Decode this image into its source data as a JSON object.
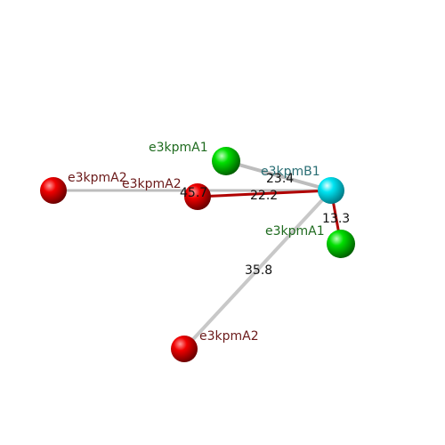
{
  "atoms": [
    {
      "id": "center",
      "label": "e3kpmB1",
      "color": "cyan"
    },
    {
      "id": "g1",
      "label": "e3kpmA1",
      "color": "green"
    },
    {
      "id": "g2",
      "label": "e3kpmA1",
      "color": "green"
    },
    {
      "id": "r1",
      "label": "e3kpmA2",
      "color": "red"
    },
    {
      "id": "r2",
      "label": "e3kpmA2",
      "color": "red"
    },
    {
      "id": "r3",
      "label": "e3kpmA2",
      "color": "red"
    }
  ],
  "distances": [
    {
      "from": "center",
      "to": "g1",
      "value": "23.4"
    },
    {
      "from": "center",
      "to": "r2",
      "value": "22.2"
    },
    {
      "from": "center",
      "to": "r1",
      "value": "45.7"
    },
    {
      "from": "center",
      "to": "g2",
      "value": "13.3"
    },
    {
      "from": "center",
      "to": "r3",
      "value": "35.8"
    }
  ],
  "colors": {
    "red": "#e00000",
    "green": "#00cc00",
    "cyan": "#00d8e8",
    "highlight_bond": "#b00000",
    "bond": "#bfbfbf"
  }
}
